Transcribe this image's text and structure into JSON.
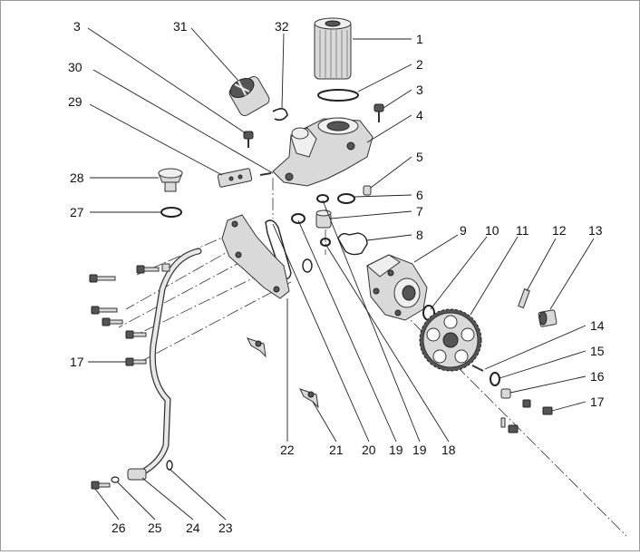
{
  "diagram": {
    "labels": [
      "1",
      "2",
      "3",
      "4",
      "5",
      "6",
      "7",
      "8",
      "9",
      "10",
      "11",
      "12",
      "13",
      "14",
      "15",
      "16",
      "17",
      "17",
      "18",
      "19",
      "19",
      "20",
      "21",
      "22",
      "23",
      "24",
      "25",
      "26",
      "27",
      "28",
      "29",
      "30",
      "3",
      "31",
      "32"
    ]
  }
}
